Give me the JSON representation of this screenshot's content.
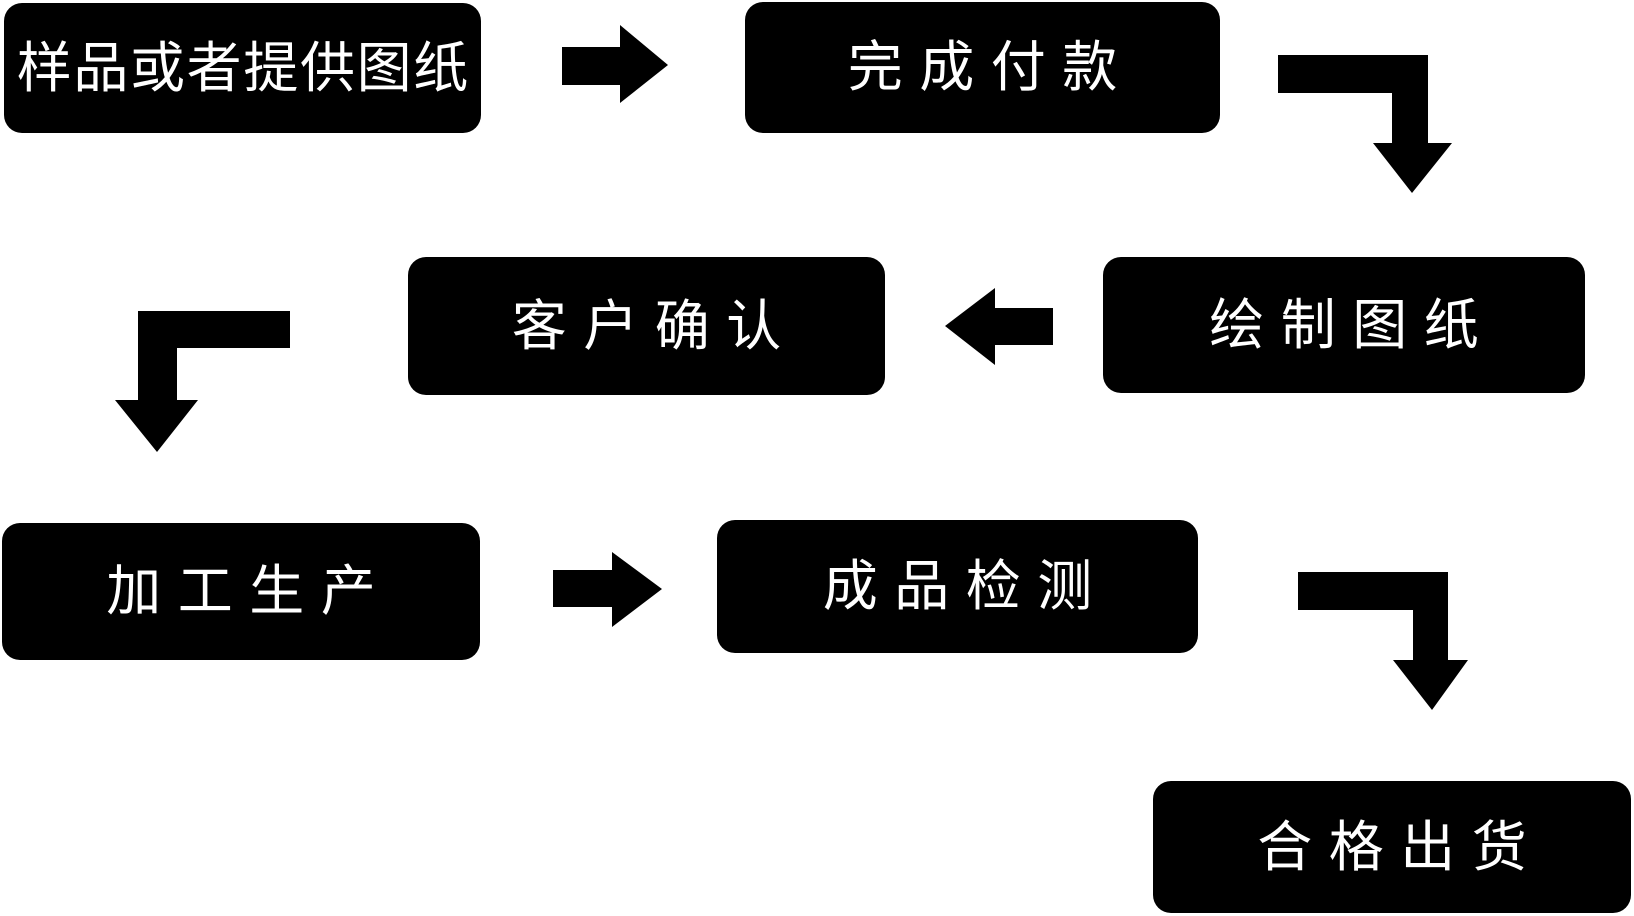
{
  "diagram": {
    "title": "production-process-flowchart",
    "background_color": "#ffffff",
    "node_fill_color": "#000000",
    "node_text_color": "#ffffff",
    "arrow_color": "#000000",
    "nodes": [
      {
        "id": "sample-or-provide-drawing",
        "label": "样品或者提供图纸"
      },
      {
        "id": "complete-payment",
        "label": "完成付款"
      },
      {
        "id": "draw-drawing",
        "label": "绘制图纸"
      },
      {
        "id": "customer-confirmation",
        "label": "客户确认"
      },
      {
        "id": "processing-production",
        "label": "加工生产"
      },
      {
        "id": "finished-product-inspection",
        "label": "成品检测"
      },
      {
        "id": "qualified-shipment",
        "label": "合格出货"
      }
    ],
    "arrows": [
      {
        "type": "straight-right",
        "from": "样品或者提供图纸",
        "to": "完成付款"
      },
      {
        "type": "elbow-right-down",
        "from": "完成付款",
        "to": "绘制图纸"
      },
      {
        "type": "straight-left",
        "from": "绘制图纸",
        "to": "客户确认"
      },
      {
        "type": "elbow-left-down",
        "from": "客户确认",
        "to": "加工生产"
      },
      {
        "type": "straight-right",
        "from": "加工生产",
        "to": "成品检测"
      },
      {
        "type": "elbow-right-down",
        "from": "成品检测",
        "to": "合格出货"
      }
    ]
  }
}
